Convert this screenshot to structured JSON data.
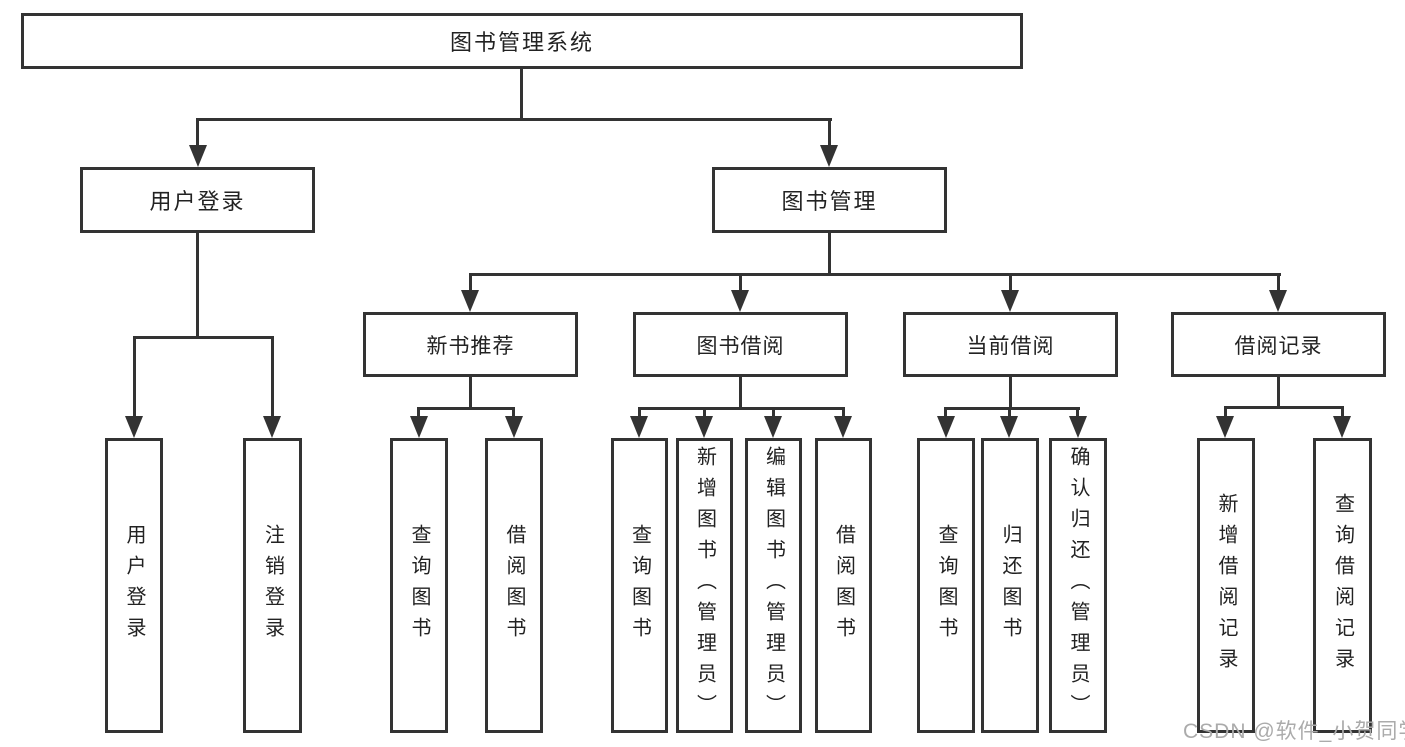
{
  "nodes": {
    "root": "图书管理系统",
    "user_login": "用户登录",
    "book_management": "图书管理",
    "new_book_recommend": "新书推荐",
    "book_borrow": "图书借阅",
    "current_borrow": "当前借阅",
    "borrow_records": "借阅记录"
  },
  "leaves": {
    "user_login": [
      "用户登录",
      "注销登录"
    ],
    "new_book_recommend": [
      "查询图书",
      "借阅图书"
    ],
    "book_borrow": [
      "查询图书",
      "新增图书（管理员）",
      "编辑图书（管理员）",
      "借阅图书"
    ],
    "current_borrow": [
      "查询图书",
      "归还图书",
      "确认归还（管理员）"
    ],
    "borrow_records": [
      "新增借阅记录",
      "查询借阅记录"
    ]
  },
  "watermark": "CSDN @软件_小贺同学",
  "colors": {
    "line": "#333333",
    "text": "#222222",
    "background": "#ffffff",
    "watermark": "#ababab"
  }
}
